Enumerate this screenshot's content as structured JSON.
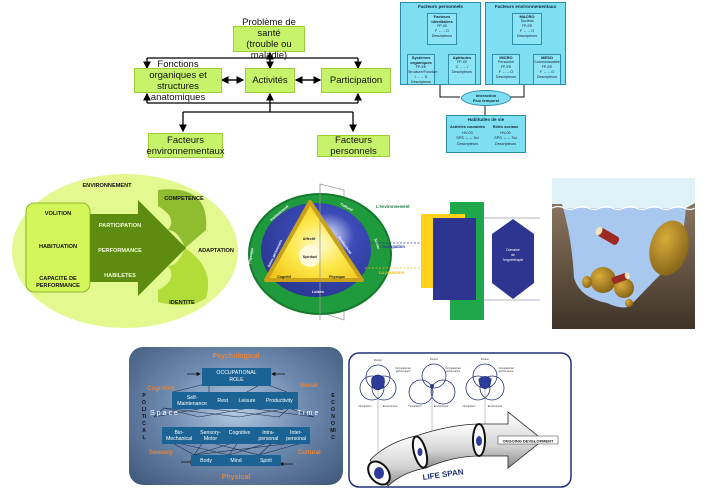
{
  "icf": {
    "health_condition": "Problème de santé (trouble ou maladie)",
    "health_line1": "Problème de santé",
    "health_line2": "(trouble ou maladie)",
    "body_functions_line1": "Fonctions organiques et",
    "body_functions_line2": "structures anatomiques",
    "activities": "Activités",
    "participation": "Participation",
    "env_factors_line1": "Facteurs",
    "env_factors_line2": "environnementaux",
    "personal_factors": "Facteurs personnels",
    "box_color": "#c6f36a"
  },
  "ppd": {
    "personal_panel": {
      "title": "Facteurs personnels",
      "top": {
        "title": "Facteurs identitaires",
        "code": "FP-00",
        "scale": "F ←→ D",
        "desc": "Descripteurs"
      },
      "left": {
        "title": "Systèmes organiques",
        "code": "FP-EE",
        "sub": "Structure/Fonction",
        "scale": "I ←→ D",
        "desc": "Descripteurs"
      },
      "right": {
        "title": "Aptitudes",
        "code": "FP-00",
        "scale": "C ←→ I",
        "desc": "Descripteurs"
      }
    },
    "env_panel": {
      "title": "Facteurs environnementaux",
      "top": {
        "title": "MACRO",
        "sub": "Sociétal",
        "code": "FP-EE",
        "scale": "F ←→ O",
        "desc": "Descripteurs"
      },
      "left": {
        "title": "MICRO",
        "sub": "Personnel",
        "code": "FP-EE",
        "scale": "F ←→ O",
        "desc": "Descripteurs"
      },
      "right": {
        "title": "MESO",
        "sub": "Communautaire",
        "code": "FP-EE",
        "scale": "F ←→ O",
        "desc": "Descripteurs"
      }
    },
    "interaction_line1": "Interaction",
    "interaction_line2": "Flux temporel",
    "habits_panel": {
      "title": "Habitudes de vie",
      "left": {
        "title": "Activités courantes",
        "code": "HV-00",
        "scale": "SPS ←→ Sci",
        "desc": "Descripteurs"
      },
      "right": {
        "title": "Rôles sociaux",
        "code": "HV-00",
        "scale": "SPS ←→ Sci",
        "desc": "Descripteurs"
      }
    },
    "panel_color": "#7fdff2"
  },
  "moho": {
    "environment": "ENVIRONNEMENT",
    "volition": "VOLITION",
    "habituation": "HABITUATION",
    "capacity_line1": "CAPACITE DE",
    "capacity_line2": "PERFORMANCE",
    "participation": "PARTICIPATION",
    "performance": "PERFORMANCE",
    "skills": "HABILETES",
    "competence": "COMPETENCE",
    "adaptation": "ADAPTATION",
    "identity": "IDENTITE"
  },
  "cmop": {
    "physical": "Physique",
    "institutional": "Institutionnel",
    "cultural": "Culturel",
    "social": "Social",
    "self_care": "Soins personnels",
    "productivity": "Productivité",
    "leisure": "Loisirs",
    "affective": "Affectif",
    "spiritual": "Spirituel",
    "cognitive": "Cognitif",
    "physical_person": "Physique",
    "label_environment": "L'environnement",
    "label_occupation": "L'occupation",
    "label_person": "La personne",
    "domain_line1": "Domaine",
    "domain_line2": "de",
    "domain_line3": "l'ergothérapie",
    "colors": {
      "green": "#1f9a3c",
      "blue": "#2d3b9a",
      "yellow": "#ffd21a"
    }
  },
  "kawa": {
    "description": "River cross-section with rocks and driftwood"
  },
  "oam": {
    "psychological": "Psychological",
    "cognitive": "Cognitive",
    "social": "Social",
    "sensory": "Sensory",
    "cultural": "Cultural",
    "physical": "Physical",
    "political": "POLITICAL",
    "economic": "ECONOMIC",
    "space": "Space",
    "time": "Time",
    "role_line1": "OCCUPATIONAL",
    "role_line2": "ROLE",
    "row2": [
      {
        "line1": "Self-",
        "line2": "Maintenance"
      },
      {
        "line1": "Rest",
        "line2": ""
      },
      {
        "line1": "Leisure",
        "line2": ""
      },
      {
        "line1": "Productivity",
        "line2": ""
      }
    ],
    "row3": [
      {
        "line1": "Bio-",
        "line2": "Mechanical"
      },
      {
        "line1": "Sensory-",
        "line2": "Motor"
      },
      {
        "line1": "Cognitive",
        "line2": ""
      },
      {
        "line1": "Intra-",
        "line2": "personal"
      },
      {
        "line1": "Inter-",
        "line2": "personal"
      }
    ],
    "row4": [
      "Body",
      "Mind",
      "Spirit"
    ],
    "accent_color": "#e8843a"
  },
  "peop": {
    "person": "Person",
    "occ_perf_line1": "Occupational",
    "occ_perf_line2": "performance",
    "occupation": "Occupation",
    "environment": "Environment",
    "life_span": "LIFE SPAN",
    "ongoing": "ONGOING DEVELOPMENT"
  }
}
